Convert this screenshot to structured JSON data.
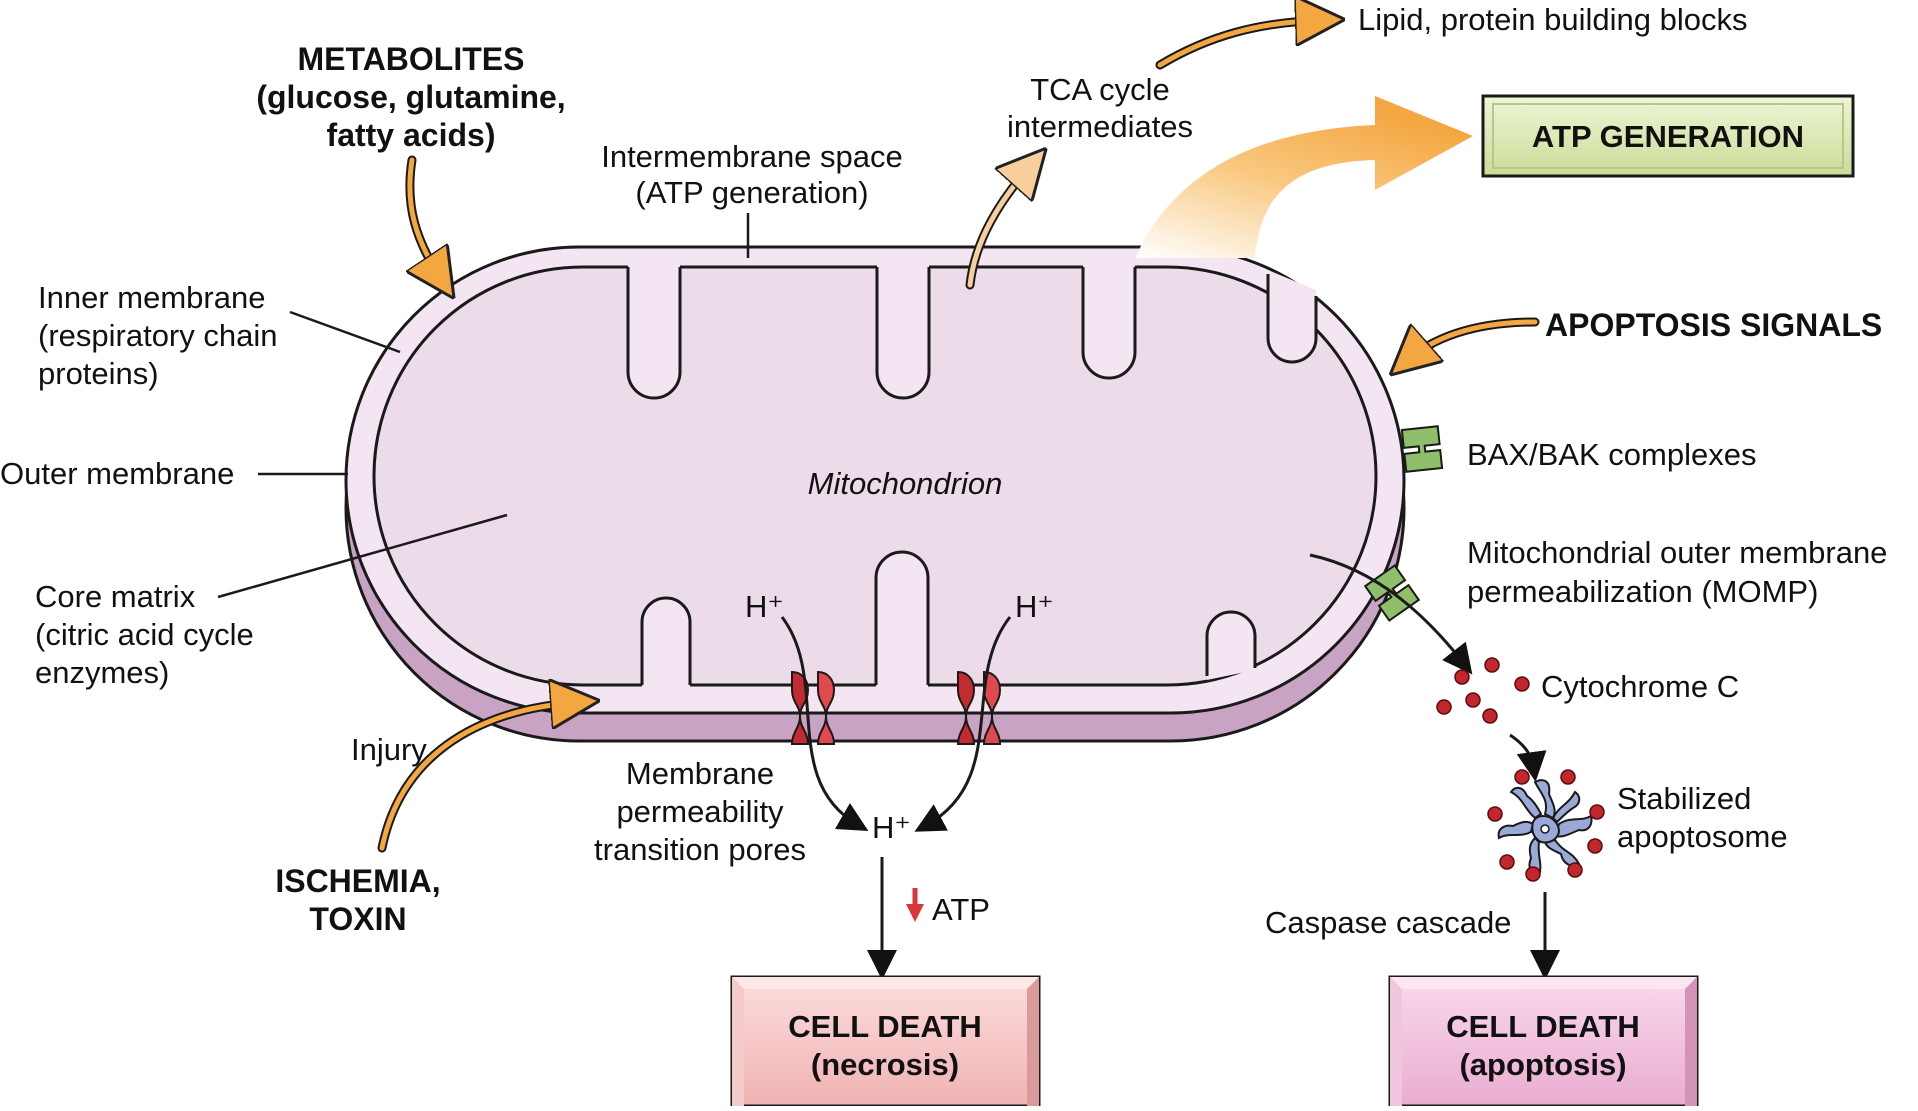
{
  "metabolites": {
    "title": "METABOLITES",
    "line2": "(glucose, glutamine,",
    "line3": "fatty acids)"
  },
  "intermembrane": {
    "line1": "Intermembrane space",
    "line2": "(ATP generation)"
  },
  "tca": {
    "line1": "TCA cycle",
    "line2": "intermediates"
  },
  "lipid_label": "Lipid, protein building blocks",
  "atp_box": "ATP GENERATION",
  "inner_membrane": {
    "line1": "Inner membrane",
    "line2": "(respiratory chain",
    "line3": "proteins)"
  },
  "outer_membrane": "Outer membrane",
  "mitochondrion_label": "Mitochondrion",
  "core_matrix": {
    "line1": "Core matrix",
    "line2": "(citric acid cycle",
    "line3": "enzymes)"
  },
  "apoptosis_signals": "APOPTOSIS SIGNALS",
  "bax_bak": "BAX/BAK complexes",
  "momp": {
    "line1": "Mitochondrial outer membrane",
    "line2": "permeabilization (MOMP)"
  },
  "cytochrome_c": "Cytochrome C",
  "apoptosome": {
    "line1": "Stabilized",
    "line2": "apoptosome"
  },
  "caspase": "Caspase cascade",
  "h_plus_left": "H⁺",
  "h_plus_right": "H⁺",
  "h_plus_bottom": "H⁺",
  "injury": "Injury",
  "ischemia": {
    "line1": "ISCHEMIA,",
    "line2": "TOXIN"
  },
  "mpt_pores": {
    "line1": "Membrane",
    "line2": "permeability",
    "line3": "transition pores"
  },
  "atp_down": "ATP",
  "necrosis_box": {
    "line1": "CELL DEATH",
    "line2": "(necrosis)"
  },
  "apoptosis_box": {
    "line1": "CELL DEATH",
    "line2": "(apoptosis)"
  },
  "colors": {
    "outer_membrane_fill": "#eedcec",
    "outer_rim_shadow": "#c9a3c3",
    "matrix_fill": "#ecdcea",
    "arrow_orange": "#f4a640",
    "atp_box_fill": "#dbe7b5",
    "necrosis_box_fill": "#f6c9c9",
    "apoptosis_box_fill": "#f3c4df",
    "pore_red": "#d9363b",
    "bax_green": "#8fbf6a",
    "cytochrome_red": "#c4262d",
    "apoptosome_blue": "#9aa9d8"
  }
}
